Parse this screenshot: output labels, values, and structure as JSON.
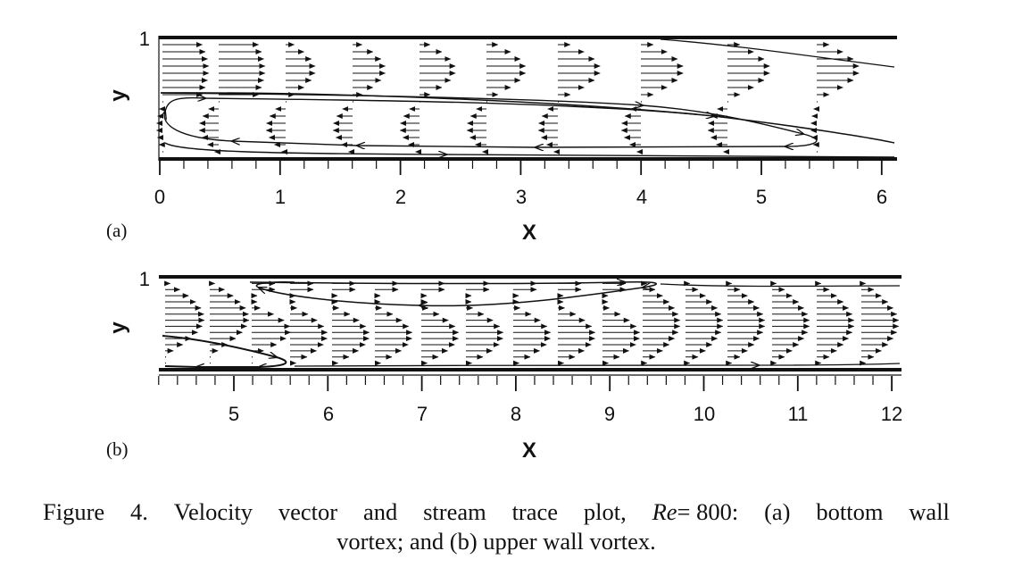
{
  "panels": [
    {
      "tag": "(a)",
      "xlabel": "X",
      "ylabel": "y",
      "y_tick_label": "1",
      "x_ticks": [
        "0",
        "1",
        "2",
        "3",
        "4",
        "5",
        "6"
      ],
      "x_range": [
        0,
        6.1
      ],
      "y_range": [
        0,
        1
      ]
    },
    {
      "tag": "(b)",
      "xlabel": "X",
      "ylabel": "y",
      "y_tick_label": "1",
      "x_ticks": [
        "5",
        "6",
        "7",
        "8",
        "9",
        "10",
        "11",
        "12"
      ],
      "x_range": [
        4.2,
        12
      ],
      "y_range": [
        0,
        1
      ]
    }
  ],
  "caption": {
    "words_line1": [
      "Figure",
      "4.",
      "Velocity",
      "vector",
      "and",
      "stream",
      "trace",
      "plot,"
    ],
    "re_symbol": "Re",
    "re_value": "= 800:",
    "words_line1_tail": [
      "(a)",
      "bottom",
      "wall"
    ],
    "line2": "vortex; and (b) upper wall vortex."
  },
  "chart_data": [
    {
      "type": "vector-field",
      "title": "",
      "xlabel": "X",
      "ylabel": "y",
      "xlim": [
        0,
        6.1
      ],
      "ylim": [
        0,
        1
      ],
      "xticks": [
        0,
        1,
        2,
        3,
        4,
        5,
        6
      ],
      "vortex": "bottom wall",
      "vortex_extent_x": [
        0.1,
        5.5
      ],
      "dividing_streamline_y": 0.52
    },
    {
      "type": "vector-field",
      "title": "",
      "xlabel": "X",
      "ylabel": "y",
      "xlim": [
        4.2,
        12
      ],
      "ylim": [
        0,
        1
      ],
      "xticks": [
        5,
        6,
        7,
        8,
        9,
        10,
        11,
        12
      ],
      "vortex": "upper wall",
      "vortex_extent_x": [
        5.2,
        9.6
      ]
    }
  ]
}
